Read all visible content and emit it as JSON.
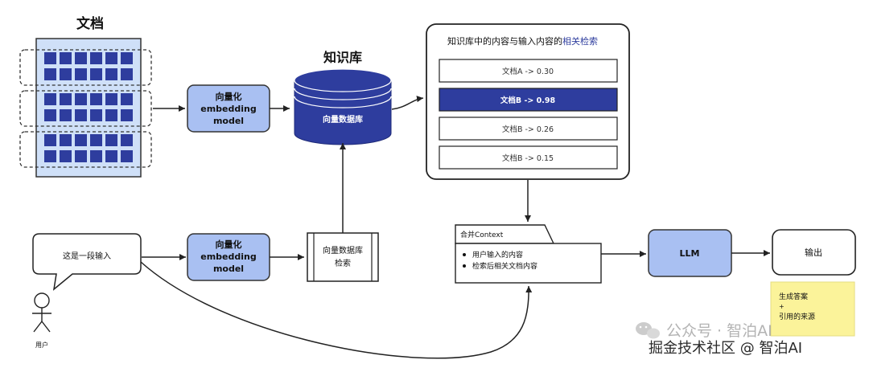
{
  "documents": {
    "title": "文档"
  },
  "knowledge_base": {
    "title": "知识库",
    "db_label": "向量数据库"
  },
  "embed_top": {
    "line1": "向量化",
    "line2": "embedding",
    "line3": "model"
  },
  "embed_bottom": {
    "line1": "向量化",
    "line2": "embedding",
    "line3": "model"
  },
  "results_panel": {
    "title_prefix": "知识库中的内容与输入内容的",
    "title_highlight": "相关检索",
    "items": [
      "文档A -> 0.30",
      "文档B -> 0.98",
      "文档B -> 0.26",
      "文档B -> 0.15"
    ],
    "selected_index": 1
  },
  "user": {
    "bubble_text": "这是一段输入",
    "label": "用户"
  },
  "search": {
    "line1": "向量数据库",
    "line2": "检索"
  },
  "merge": {
    "tab_label": "合并Context",
    "bullets": [
      "用户输入的内容",
      "检索后相关文档内容"
    ]
  },
  "llm": {
    "label": "LLM"
  },
  "output": {
    "label": "输出"
  },
  "note": {
    "lines": [
      "生成答案",
      "+",
      "引用的来源"
    ]
  },
  "watermark": {
    "line1": "公众号 · 智泊AI",
    "line2": "掘金技术社区 @ 智泊AI"
  },
  "colors": {
    "accent_dark": "#2e3d9e",
    "accent_light": "#a9c0f2",
    "doc_bg": "#cfe0f8",
    "note_bg": "#fbf39a"
  }
}
